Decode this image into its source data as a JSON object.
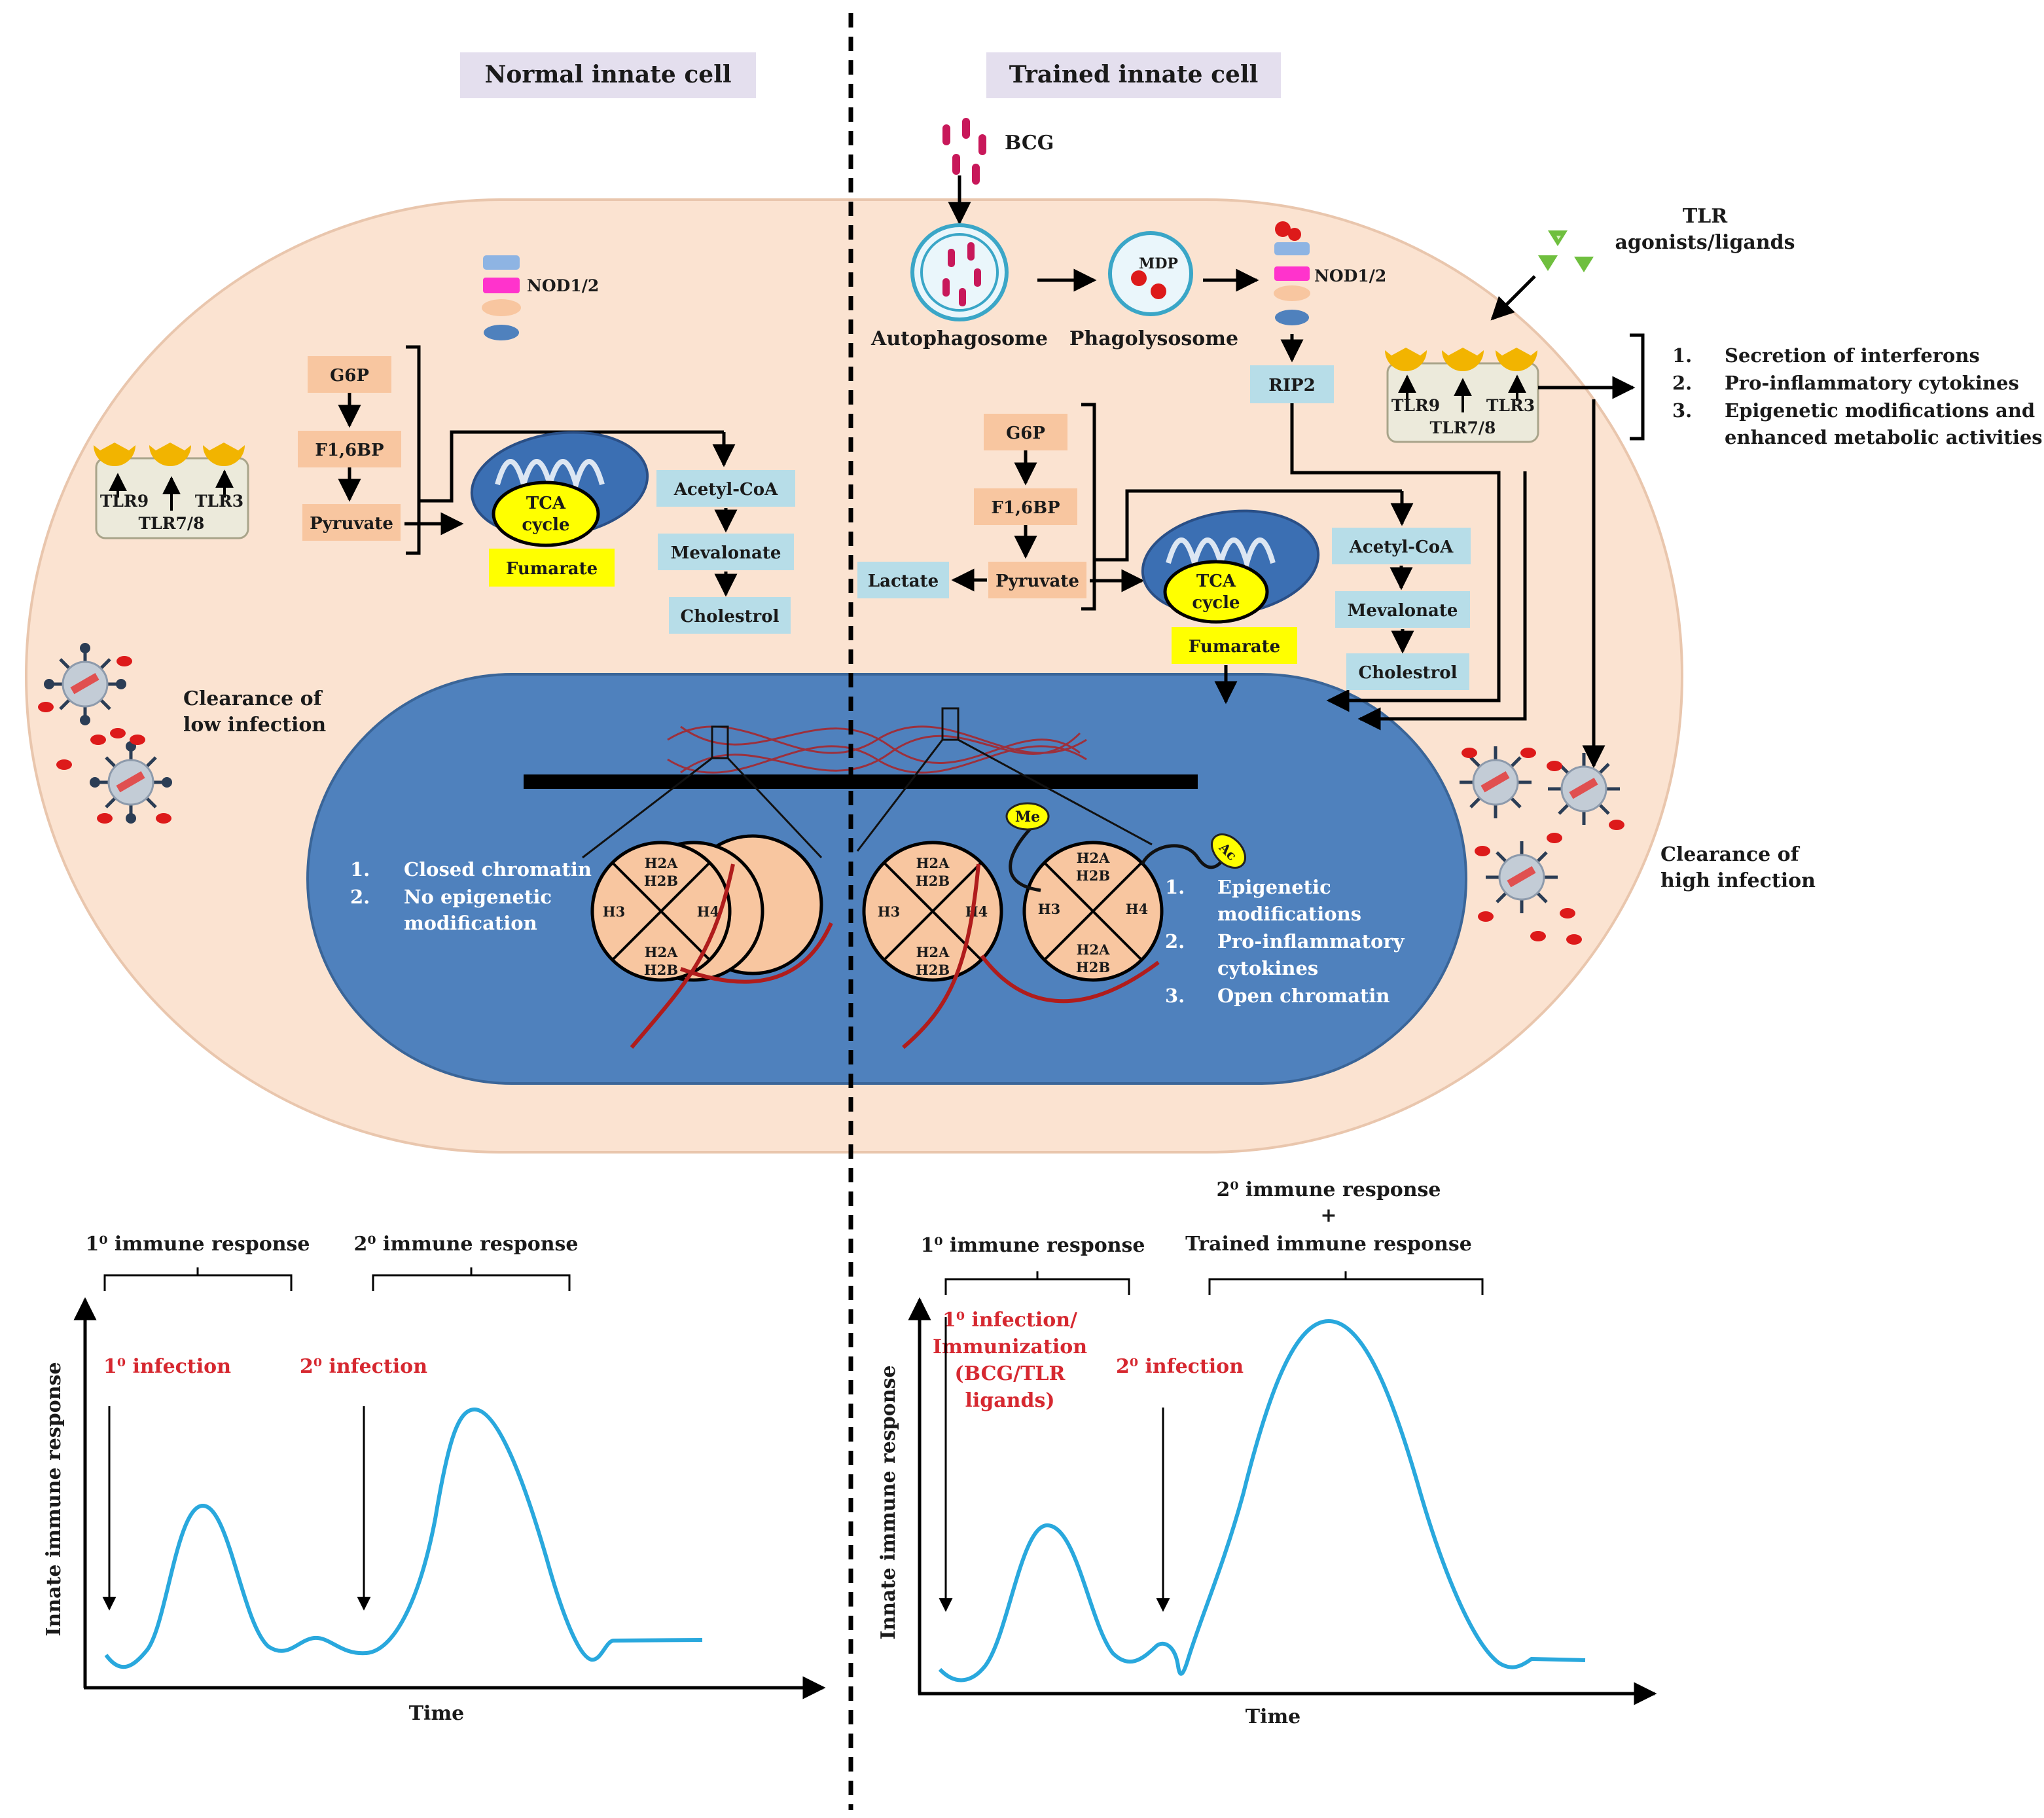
{
  "panels": {
    "normal_title": "Normal innate cell",
    "trained_title": "Trained innate cell"
  },
  "colors": {
    "cytoplasm": "#fbe3d1",
    "nucleus": "#4f81bd",
    "enzyme_box": "#f8c6a0",
    "metabolite_box": "#b7dde8",
    "highlight": "#ffff00",
    "title_box": "#e4dfee",
    "curve": "#29a8dd",
    "dna": "#b01c1c",
    "infection_red": "#d62830"
  },
  "normal_cell": {
    "nod_label": "NOD1/2",
    "glycolysis": [
      "G6P",
      "F1,6BP",
      "Pyruvate"
    ],
    "tca": [
      "TCA",
      "cycle"
    ],
    "fumarate": "Fumarate",
    "mevalonate_path": [
      "Acetyl-CoA",
      "Mevalonate",
      "Cholestrol"
    ],
    "tlr": {
      "left": "TLR9",
      "right": "TLR3",
      "bottom": "TLR7/8"
    },
    "clearance": [
      "Clearance of",
      "low infection"
    ],
    "nucleus_list": [
      {
        "num": "1.",
        "text": [
          "Closed chromatin"
        ]
      },
      {
        "num": "2.",
        "text": [
          "No epigenetic",
          "modification"
        ]
      }
    ]
  },
  "trained_cell": {
    "bcg": "BCG",
    "autophagosome": "Autophagosome",
    "phagolysosome": "Phagolysosome",
    "mdp": "MDP",
    "nod_label": "NOD1/2",
    "rip2": "RIP2",
    "tlr_agonists": [
      "TLR",
      "agonists/ligands"
    ],
    "glycolysis": [
      "G6P",
      "F1,6BP",
      "Pyruvate"
    ],
    "lactate": "Lactate",
    "tca": [
      "TCA",
      "cycle"
    ],
    "fumarate": "Fumarate",
    "mevalonate_path": [
      "Acetyl-CoA",
      "Mevalonate",
      "Cholestrol"
    ],
    "tlr": {
      "left": "TLR9",
      "right": "TLR3",
      "bottom": "TLR7/8"
    },
    "outcomes": [
      {
        "num": "1.",
        "text": [
          "Secretion of interferons"
        ]
      },
      {
        "num": "2.",
        "text": [
          "Pro-inflammatory cytokines"
        ]
      },
      {
        "num": "3.",
        "text": [
          "Epigenetic modifications and",
          "enhanced metabolic activities"
        ]
      }
    ],
    "clearance": [
      "Clearance of",
      "high infection"
    ],
    "me_tag": "Me",
    "ac_tag": "Ac",
    "nucleus_list": [
      {
        "num": "1.",
        "text": [
          "Epigenetic",
          "modifications"
        ]
      },
      {
        "num": "2.",
        "text": [
          "Pro-inflammatory",
          "cytokines"
        ]
      },
      {
        "num": "3.",
        "text": [
          "Open chromatin"
        ]
      }
    ]
  },
  "histones": {
    "top": [
      "H2A",
      "H2B"
    ],
    "left": "H3",
    "right": "H4",
    "bottom": [
      "H2A",
      "H2B"
    ]
  },
  "normal_graph": {
    "ylabel": "Innate immune response",
    "xlabel": "Time",
    "primary_response": "1⁰ immune response",
    "secondary_response": "2⁰ immune response",
    "primary_infection": "1⁰ infection",
    "secondary_infection": "2⁰ infection"
  },
  "trained_graph": {
    "ylabel": "Innate immune response",
    "xlabel": "Time",
    "primary_response": "1⁰ immune response",
    "secondary_response": [
      "2⁰ immune response",
      "+",
      "Trained immune response"
    ],
    "primary_infection": [
      "1⁰ infection/",
      "Immunization",
      "(BCG/TLR",
      "ligands)"
    ],
    "secondary_infection": "2⁰ infection"
  }
}
